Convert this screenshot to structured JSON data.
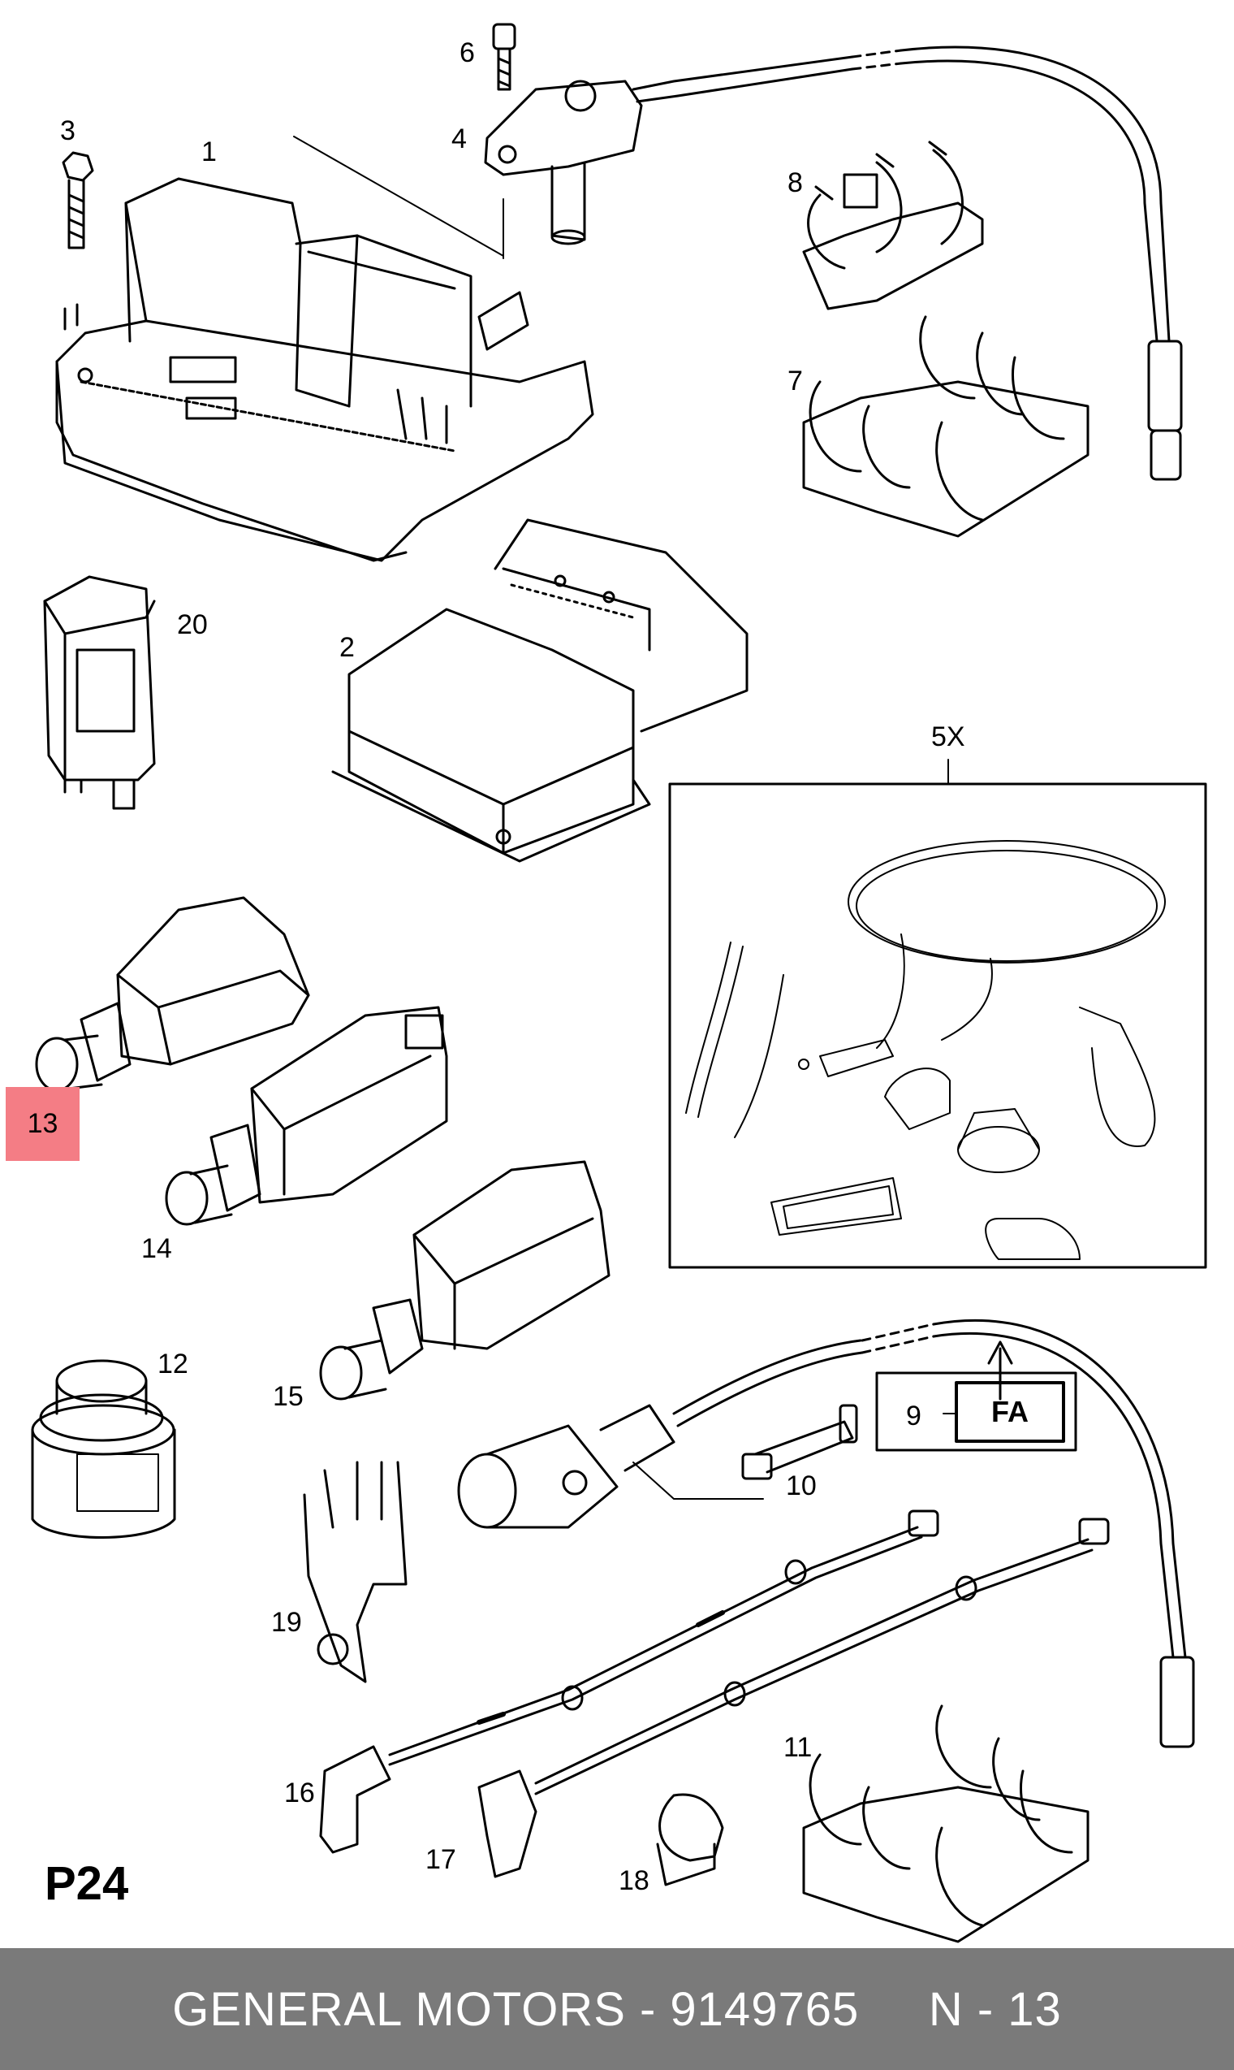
{
  "diagram": {
    "page_code": "P24",
    "highlighted_callout": "13",
    "highlight_color": "#f47d85",
    "callouts": {
      "c1": "1",
      "c2": "2",
      "c3": "3",
      "c4": "4",
      "c5": "5X",
      "c6": "6",
      "c7": "7",
      "c8": "8",
      "c9": "9",
      "c10": "10",
      "c11": "11",
      "c12": "12",
      "c14": "14",
      "c15": "15",
      "c16": "16",
      "c17": "17",
      "c18": "18",
      "c19": "19",
      "c20": "20"
    },
    "fa_label": "FA"
  },
  "footer": {
    "brand": "GENERAL MOTORS",
    "separator": " - ",
    "part_number": "9149765",
    "ref": "N - 13",
    "background": "#7a7a7a"
  }
}
